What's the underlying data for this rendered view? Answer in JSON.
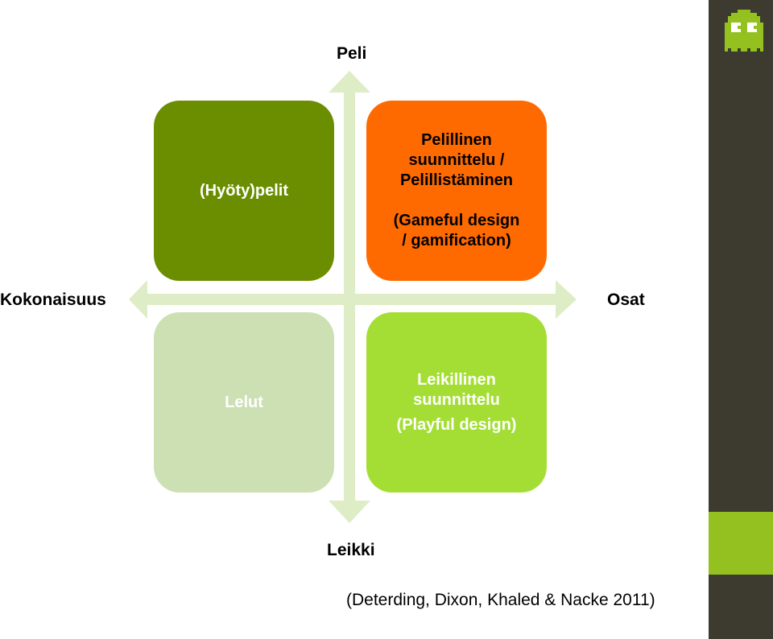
{
  "axes": {
    "top": "Peli",
    "bottom": "Leikki",
    "left": "Kokonaisuus",
    "right": "Osat"
  },
  "quadrants": {
    "top_left": {
      "lines": [
        "(Hyöty)pelit"
      ],
      "color": "#6b8e00"
    },
    "top_right": {
      "lines": [
        "Pelillinen",
        "suunnittelu /",
        "Pelillistäminen",
        "",
        "(Gameful design",
        "/ gamification)"
      ],
      "color": "#ff6a00"
    },
    "bottom_left": {
      "lines": [
        "Lelut"
      ],
      "color": "#cce0b4"
    },
    "bottom_right": {
      "lines": [
        "Leikillinen",
        "suunnittelu",
        "(Playful design)"
      ],
      "color": "#a4de35"
    }
  },
  "citation": "(Deterding, Dixon, Khaled & Nacke 2011)",
  "colors": {
    "arrow": "#deedc5",
    "sidebar": "#3d3b2f",
    "sidebar_accent": "#94c11f"
  }
}
